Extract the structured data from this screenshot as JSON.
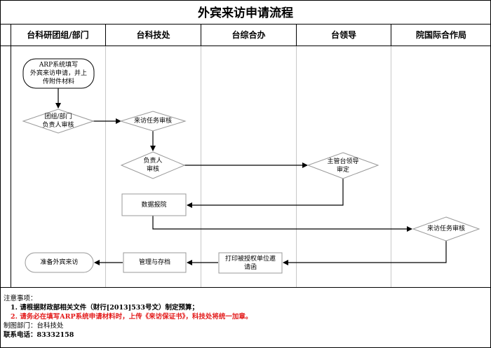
{
  "title": "外宾来访申请流程",
  "lanes": [
    "台科研团组/部门",
    "台科技处",
    "台综合办",
    "台领导",
    "院国际合作局"
  ],
  "nodes": {
    "start": "ARP系统填写\n外宾来访申请，并上\n传附件材料",
    "team_review": "团组/部门\n负责人审核",
    "visit_task_review": "来访任务审核",
    "head_review": "负责人\n审核",
    "leader_review": "主管台领导\n审定",
    "data_report": "数据报院",
    "bureau_review": "来访任务审核",
    "print_letter": "打印被授权单位邀\n请函",
    "manage_archive": "管理与存档",
    "end": "准备外宾来访"
  },
  "notes": {
    "heading": "注意事项：",
    "item1": "1. 请根据财政部相关文件（财行[2013]533号文）制定预算；",
    "item2": "2. 请务必在填写ARP系统申请材料时，上传《来访保证书》，科技处将统一加章。",
    "dept": "制图部门：台科技处",
    "phone": "联系电话：83332158"
  },
  "colors": {
    "node_fill": "#ffffff",
    "line": "#000000",
    "divider": "#c8c8c8",
    "note_red": "#e31b1b"
  }
}
